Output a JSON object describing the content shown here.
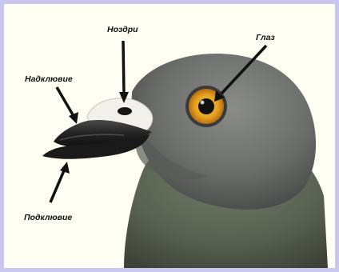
{
  "labels": {
    "nostril": "Ноздри",
    "eye": "Глаз",
    "upper_beak": "Надклювие",
    "lower_beak": "Подклювие"
  }
}
